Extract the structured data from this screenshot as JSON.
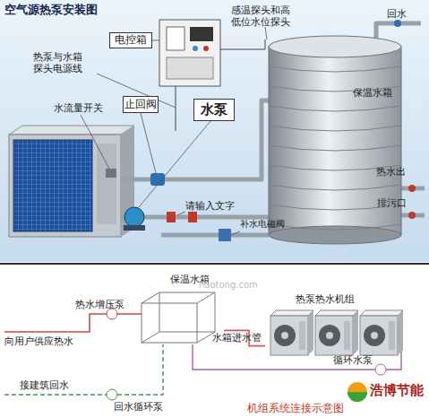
{
  "diagram": {
    "title": "空气源热泵安装图",
    "caption": "机组系统连接示意图",
    "nodes": [
      {
        "text": [
          "电控箱"
        ]
      },
      {
        "text": [
          "止回阀"
        ]
      },
      {
        "text": [
          "水泵"
        ]
      },
      {
        "text": [
          "保温水箱"
        ]
      },
      {
        "text": [
          "保温水箱"
        ]
      },
      {
        "text": [
          "热泵热水机组"
        ]
      }
    ],
    "edges": [
      {
        "from": 5,
        "to": 4,
        "arrow": "none",
        "label": "水箱进水管"
      }
    ],
    "labels": [
      "热泵与水箱 探头电源线",
      "水流量开关",
      "感温探头和高 低位水位探头",
      "回水",
      "热水出",
      "排污口",
      "请输入文字",
      "补水电磁阀",
      "热水增压泵",
      "向用户供应热水",
      "接建筑回水",
      "回水循环泵",
      "循环水泵",
      "haotong.com",
      "浩博节能"
    ]
  }
}
